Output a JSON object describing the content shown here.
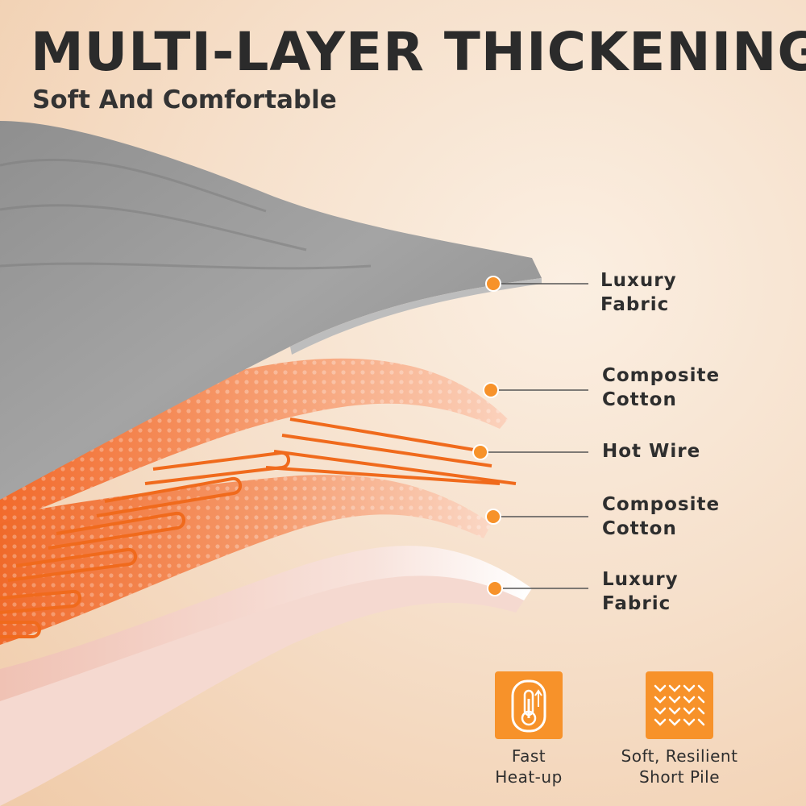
{
  "title": "MULTI-LAYER THICKENING",
  "subtitle": "Soft And Comfortable",
  "layers": [
    {
      "line1": "Luxury",
      "line2": "Fabric"
    },
    {
      "line1": "Composite",
      "line2": "Cotton"
    },
    {
      "line1": "Hot Wire",
      "line2": ""
    },
    {
      "line1": "Composite",
      "line2": "Cotton"
    },
    {
      "line1": "Luxury",
      "line2": "Fabric"
    }
  ],
  "features": [
    {
      "icon": "thermometer-icon",
      "line1": "Fast",
      "line2": "Heat-up"
    },
    {
      "icon": "pile-pattern-icon",
      "line1": "Soft, Resilient",
      "line2": "Short Pile"
    }
  ],
  "colors": {
    "accent": "#f7922a",
    "text": "#2b2b2b",
    "fabric_gray": "#9c9c9c",
    "cotton_orange": "#f58a4a",
    "wire": "#f06a1c",
    "bottom_fabric": "#f3d4cc"
  }
}
